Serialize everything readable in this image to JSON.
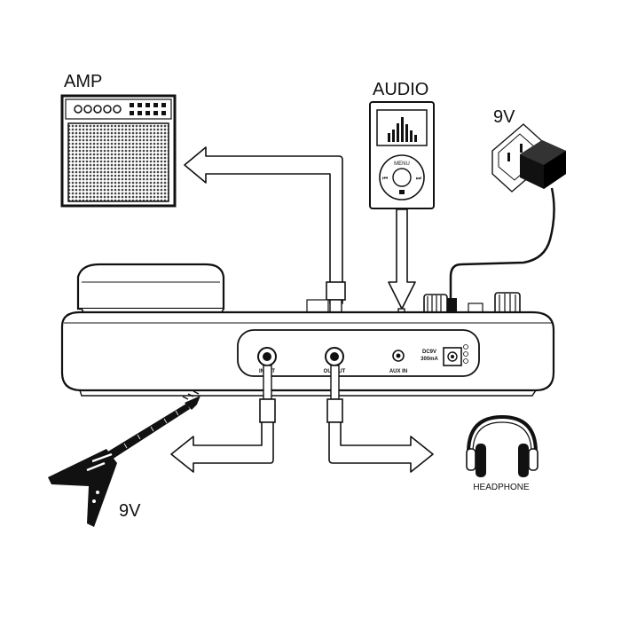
{
  "labels": {
    "amp": "AMP",
    "audio": "AUDIO",
    "power_top": "9V",
    "power_bottom": "9V",
    "headphone": "HEADPHONE"
  },
  "panel": {
    "input": "INPUT",
    "output": "OUTPUT",
    "aux_in": "AUX IN",
    "dc_line1": "DC9V",
    "dc_line2": "300mA"
  },
  "colors": {
    "line": "#111111",
    "grille": "#555555",
    "arrow_fill": "#ffffff",
    "adapter": "#111111"
  },
  "icons": [
    "amplifier-icon",
    "mp3-player-icon",
    "wall-outlet-icon",
    "power-adapter-icon",
    "guitar-icon",
    "headphones-icon",
    "effects-pedal-icon"
  ]
}
